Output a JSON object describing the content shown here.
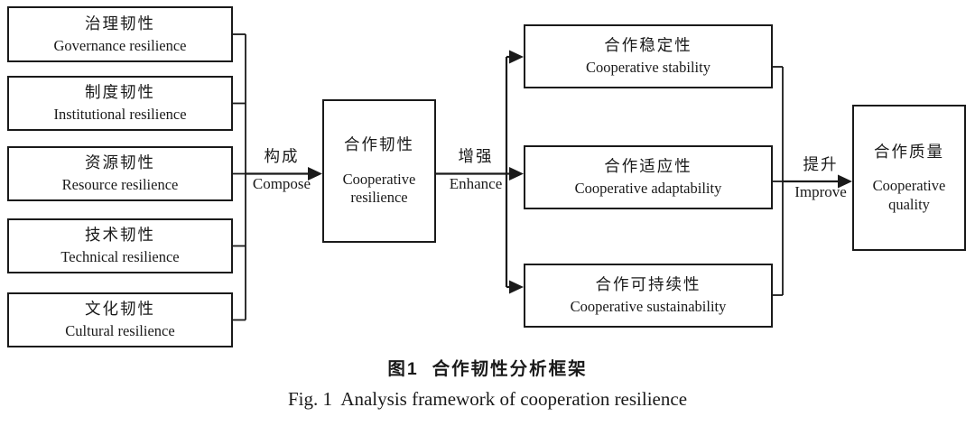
{
  "diagram": {
    "inputs": [
      {
        "zh": "治理韧性",
        "en": "Governance resilience"
      },
      {
        "zh": "制度韧性",
        "en": "Institutional resilience"
      },
      {
        "zh": "资源韧性",
        "en": "Resource resilience"
      },
      {
        "zh": "技术韧性",
        "en": "Technical resilience"
      },
      {
        "zh": "文化韧性",
        "en": "Cultural resilience"
      }
    ],
    "core": {
      "zh": "合作韧性",
      "en": "Cooperative resilience"
    },
    "outcomes": [
      {
        "zh": "合作稳定性",
        "en": "Cooperative stability"
      },
      {
        "zh": "合作适应性",
        "en": "Cooperative adaptability"
      },
      {
        "zh": "合作可持续性",
        "en": "Cooperative sustainability"
      }
    ],
    "result": {
      "zh": "合作质量",
      "en": "Cooperative quality"
    },
    "arrows": {
      "compose": {
        "zh": "构成",
        "en": "Compose"
      },
      "enhance": {
        "zh": "增强",
        "en": "Enhance"
      },
      "improve": {
        "zh": "提升",
        "en": "Improve"
      }
    },
    "colors": {
      "line": "#1a1a1a",
      "box_border": "#1a1a1a",
      "background": "#ffffff",
      "text": "#1a1a1a"
    }
  },
  "caption": {
    "zh": "图1  合作韧性分析框架",
    "en": "Fig. 1  Analysis framework of cooperation resilience"
  }
}
